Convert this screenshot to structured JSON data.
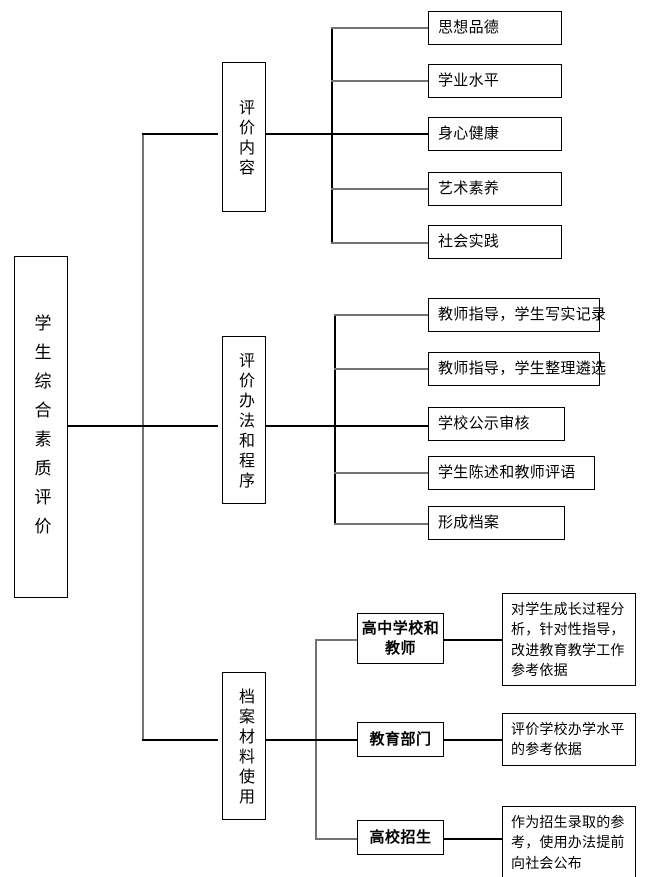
{
  "diagram": {
    "title": "学生综合素质评价",
    "root": {
      "label": "学生综合素质评价"
    },
    "branches": [
      {
        "label": "评价内容",
        "children": [
          {
            "label": "思想品德"
          },
          {
            "label": "学业水平"
          },
          {
            "label": "身心健康"
          },
          {
            "label": "艺术素养"
          },
          {
            "label": "社会实践"
          }
        ]
      },
      {
        "label": "评价办法和程序",
        "children": [
          {
            "label": "教师指导，学生写实记录"
          },
          {
            "label": "教师指导，学生整理遴选"
          },
          {
            "label": "学校公示审核"
          },
          {
            "label": "学生陈述和教师评语"
          },
          {
            "label": "形成档案"
          }
        ]
      },
      {
        "label": "档案材料使用",
        "children": [
          {
            "label": "高中学校和教师",
            "detail": "对学生成长过程分析，针对性指导，改进教育教学工作参考依据"
          },
          {
            "label": "教育部门",
            "detail": "评价学校办学水平的参考依据"
          },
          {
            "label": "高校招生",
            "detail": "作为招生录取的参考，使用办法提前向社会公布"
          }
        ]
      }
    ]
  },
  "colors": {
    "line": "#737373",
    "border": "#000000",
    "background": "#ffffff",
    "text": "#000000"
  }
}
